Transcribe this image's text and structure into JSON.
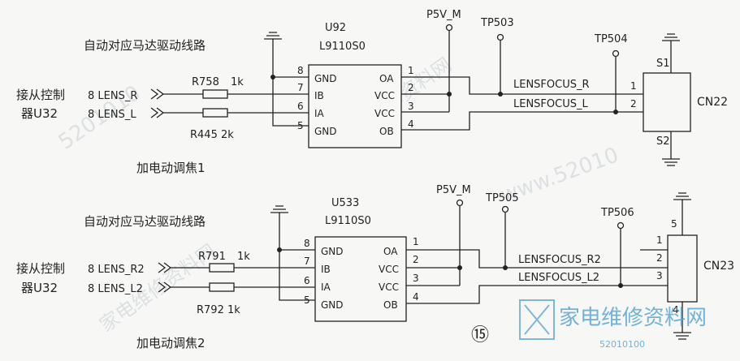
{
  "circuit1": {
    "title": "自动对应马达驱动线路",
    "source_line1": "接从控制",
    "source_line2": "器U32",
    "in1": "8 LENS_R",
    "in2": "8 LENS_L",
    "r1_name": "R758",
    "r1_value": "1k",
    "r2_label": "R445  2k",
    "ic_ref": "U92",
    "ic_part": "L9110S0",
    "ic_left_pins": [
      {
        "num": "8",
        "name": "GND"
      },
      {
        "num": "7",
        "name": "IB"
      },
      {
        "num": "6",
        "name": "IA"
      },
      {
        "num": "5",
        "name": "GND"
      }
    ],
    "ic_right_pins": [
      {
        "num": "1",
        "name": "OA"
      },
      {
        "num": "2",
        "name": "VCC"
      },
      {
        "num": "3",
        "name": "VCC"
      },
      {
        "num": "4",
        "name": "OB"
      }
    ],
    "power": "P5V_M",
    "tp_a": "TP503",
    "tp_b": "TP504",
    "net_a": "LENSFOCUS_R",
    "net_b": "LENSFOCUS_L",
    "conn_ref": "CN22",
    "conn_s1": "S1",
    "conn_s2": "S2",
    "conn_pin1": "1",
    "conn_pin2": "2",
    "caption": "加电动调焦1"
  },
  "circuit2": {
    "title": "自动对应马达驱动线路",
    "source_line1": "接从控制",
    "source_line2": "器U32",
    "in1": "8 LENS_R2",
    "in2": "8 LENS_L2",
    "r1_name": "R791",
    "r1_value": "1k",
    "r2_label": "R792  1k",
    "ic_ref": "U533",
    "ic_part": "L9110S0",
    "ic_left_pins": [
      {
        "num": "8",
        "name": "GND"
      },
      {
        "num": "7",
        "name": "IB"
      },
      {
        "num": "6",
        "name": "IA"
      },
      {
        "num": "5",
        "name": "GND"
      }
    ],
    "ic_right_pins": [
      {
        "num": "1",
        "name": "OA"
      },
      {
        "num": "2",
        "name": "VCC"
      },
      {
        "num": "3",
        "name": "VCC"
      },
      {
        "num": "4",
        "name": "OB"
      }
    ],
    "power": "P5V_M",
    "tp_a": "TP505",
    "tp_b": "TP506",
    "net_a": "LENSFOCUS_R2",
    "net_b": "LENSFOCUS_L2",
    "conn_ref": "CN23",
    "conn_pins": [
      "1",
      "2",
      "3",
      "4",
      "5"
    ],
    "caption": "加电动调焦2"
  },
  "figure_number": "⑮",
  "watermark_brand": "家电维修资料网",
  "watermark_url": "52010100"
}
